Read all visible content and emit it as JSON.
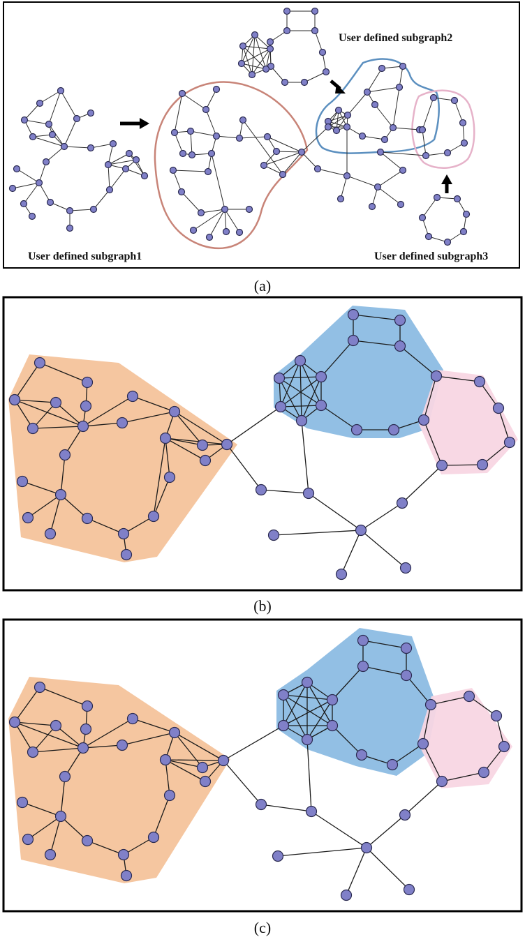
{
  "panel_a": {
    "caption": "(a)",
    "subgraph1_label": "User defined subgraph1",
    "subgraph2_label": "User defined subgraph2",
    "subgraph3_label": "User defined subgraph3"
  },
  "panel_b": {
    "caption": "(b)"
  },
  "panel_c": {
    "caption": "(c)"
  },
  "colors": {
    "subgraph1_fill": "#f5c6a0",
    "subgraph2_fill": "#92bfe4",
    "subgraph3_fill": "#f8d6e3",
    "subgraph1_outline": "#c88478",
    "subgraph2_outline": "#5b8fbf",
    "subgraph3_outline": "#e6b2c9",
    "node_fill": "#8080c8"
  }
}
